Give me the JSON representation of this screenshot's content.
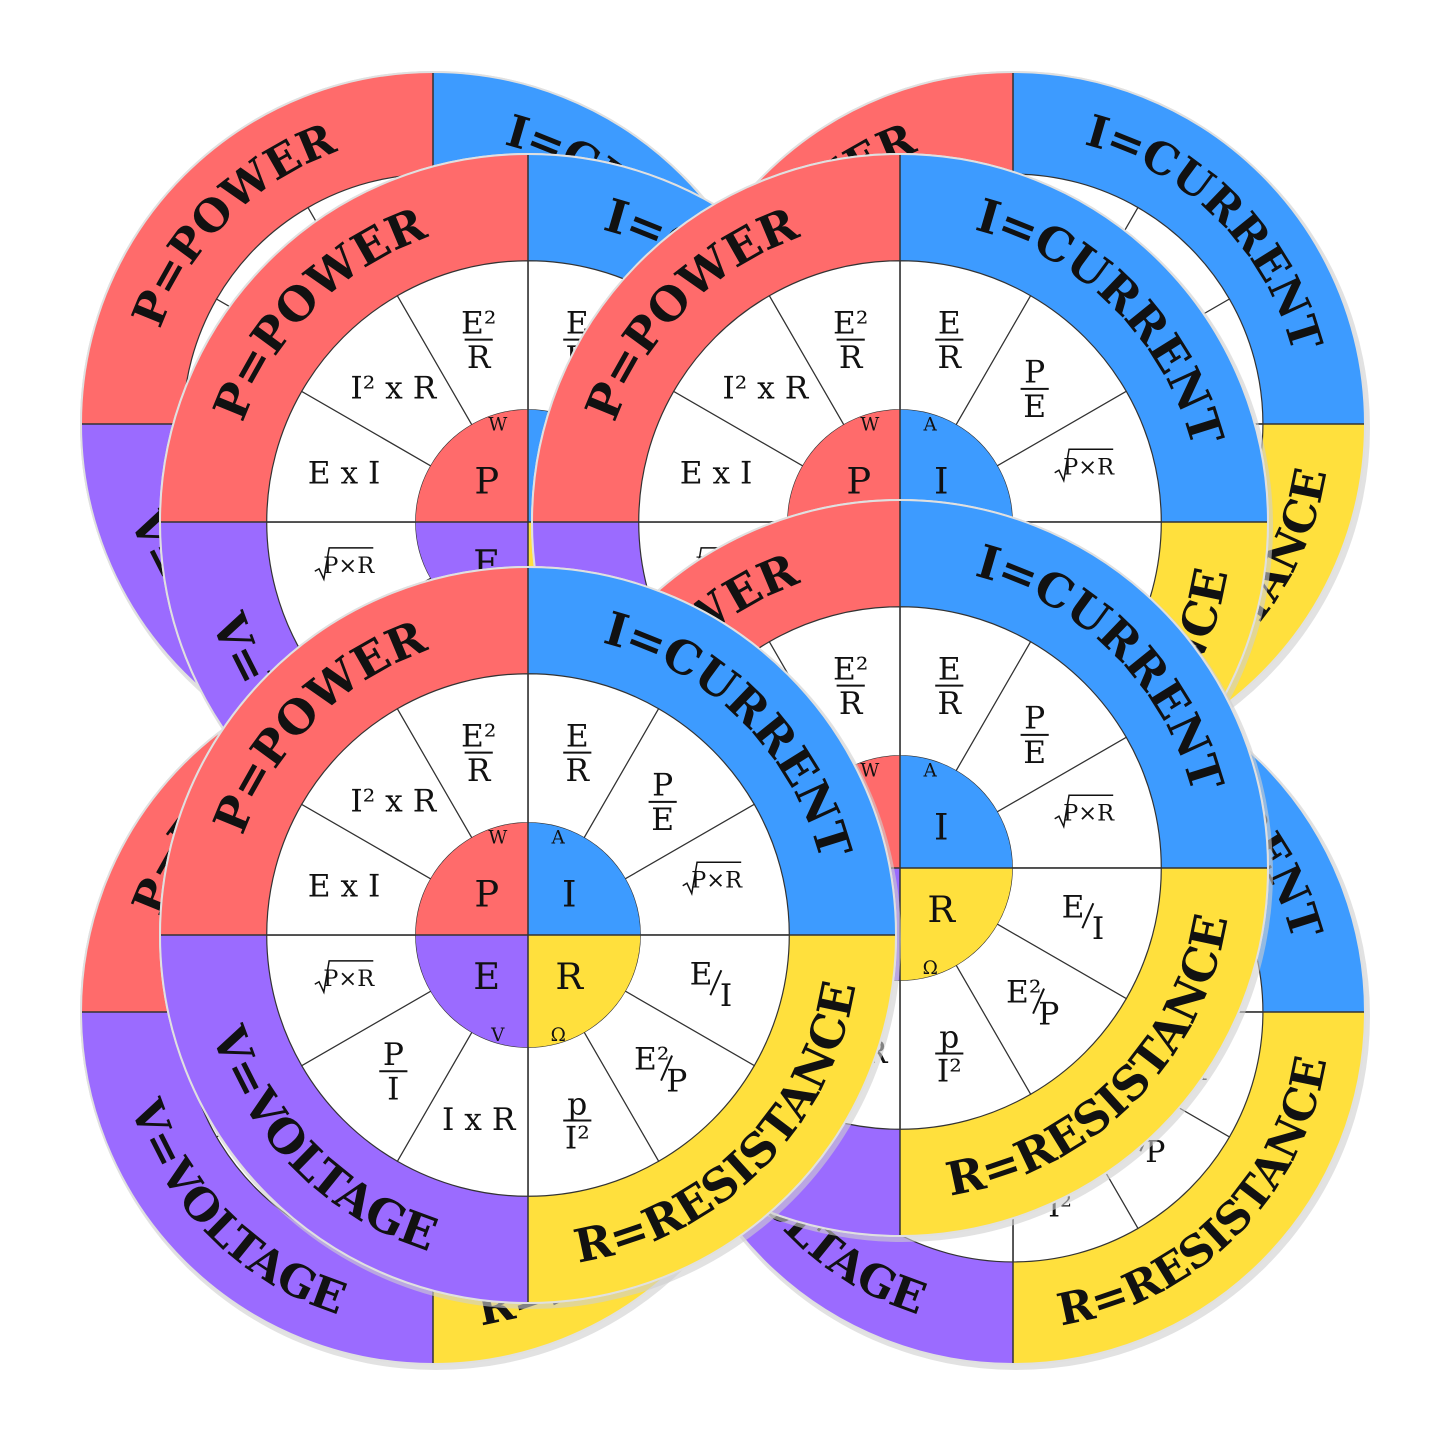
{
  "colors": {
    "power": "#ff6b6b",
    "current": "#3d9bff",
    "resistance": "#ffe03d",
    "voltage": "#9b6bff",
    "lines": "#333333",
    "text": "#111111"
  },
  "labels": {
    "power": "P=POWER",
    "current": "I=CURRENT",
    "resistance": "R=RESISTANCE",
    "voltage": "V=VOLTAGE"
  },
  "center": {
    "power": "P",
    "current": "I",
    "resistance": "R",
    "voltage": "E"
  },
  "units": {
    "power": "W",
    "current": "A",
    "resistance": "Ω",
    "voltage": "V"
  },
  "formulas": {
    "power": [
      {
        "kind": "frac",
        "num": "E²",
        "den": "R"
      },
      {
        "kind": "text",
        "text": "I² x R"
      },
      {
        "kind": "text",
        "text": "E x I"
      }
    ],
    "current": [
      {
        "kind": "frac",
        "num": "E",
        "den": "R"
      },
      {
        "kind": "frac",
        "num": "P",
        "den": "E"
      },
      {
        "kind": "sqrt",
        "text": "P×R"
      }
    ],
    "resistance": [
      {
        "kind": "slash",
        "num": "E",
        "den": "I"
      },
      {
        "kind": "slash",
        "num": "E²",
        "den": "P"
      },
      {
        "kind": "frac",
        "num": "p",
        "den": "I²"
      }
    ],
    "voltage": [
      {
        "kind": "sqrt",
        "text": "P×R"
      },
      {
        "kind": "frac",
        "num": "P",
        "den": "I"
      },
      {
        "kind": "text",
        "text": "I x R"
      }
    ]
  }
}
